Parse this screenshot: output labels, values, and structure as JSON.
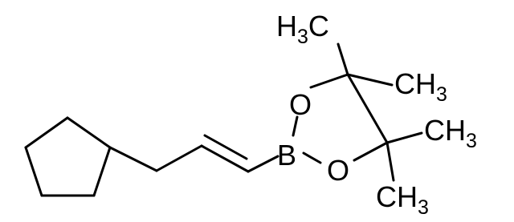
{
  "molecule": {
    "atoms": {
      "boron": "B",
      "oxygen_top": "O",
      "oxygen_bottom": "O"
    },
    "methyls": {
      "top_left": {
        "main": "H",
        "sub": "3",
        "tail": "C"
      },
      "top_right": {
        "main": "CH",
        "sub": "3"
      },
      "mid_right": {
        "main": "CH",
        "sub": "3"
      },
      "bottom_right": {
        "main": "CH",
        "sub": "3"
      }
    }
  }
}
